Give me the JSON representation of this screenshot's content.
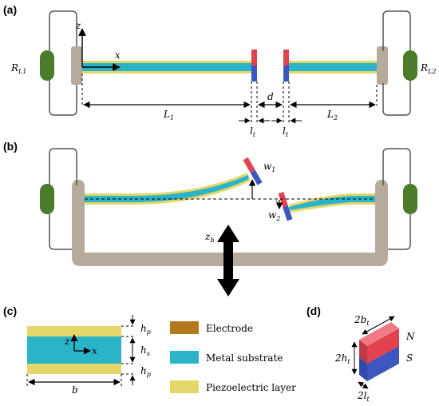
{
  "panels": {
    "a": "(a)",
    "b": "(b)",
    "c": "(c)",
    "d": "(d)"
  },
  "panel_a": {
    "axis_z": "z",
    "axis_x": "x",
    "resistor_left": {
      "main": "R",
      "sub": "L1"
    },
    "resistor_right": {
      "main": "R",
      "sub": "L2"
    },
    "length_1": {
      "main": "L",
      "sub": "1"
    },
    "length_2": {
      "main": "L",
      "sub": "2"
    },
    "gap": "d",
    "magnet_left": {
      "main": "l",
      "sub": "t"
    },
    "magnet_right": {
      "main": "l",
      "sub": "t"
    }
  },
  "panel_b": {
    "deflection_1": {
      "main": "w",
      "sub": "1"
    },
    "deflection_2": {
      "main": "w",
      "sub": "2"
    },
    "base_motion": {
      "main": "z",
      "sub": "b"
    }
  },
  "panel_c": {
    "axis_z": "z",
    "axis_x": "x",
    "width": "b",
    "thickness_top": {
      "main": "h",
      "sub": "p"
    },
    "thickness_mid": {
      "main": "h",
      "sub": "s"
    },
    "thickness_bot": {
      "main": "h",
      "sub": "p"
    }
  },
  "legend": [
    {
      "label": "Electrode",
      "color": "#b27a1c"
    },
    {
      "label": "Metal substrate",
      "color": "#2bb3c8"
    },
    {
      "label": "Piezoelectric layer",
      "color": "#e5d76a"
    }
  ],
  "panel_d": {
    "width": {
      "main": "2b",
      "sub": "t"
    },
    "height": {
      "main": "2h",
      "sub": "t"
    },
    "depth": {
      "main": "2l",
      "sub": "t"
    },
    "pole_n": "N",
    "pole_s": "S"
  },
  "colors": {
    "frame": "#555555",
    "resistor": "#4a7c2a",
    "clamp": "#b5aa9c",
    "substrate": "#2bb3c8",
    "piezo": "#e5d76a",
    "magnet_north": "#e0424e",
    "magnet_south": "#3d56c0",
    "electrode": "#b27a1c"
  }
}
